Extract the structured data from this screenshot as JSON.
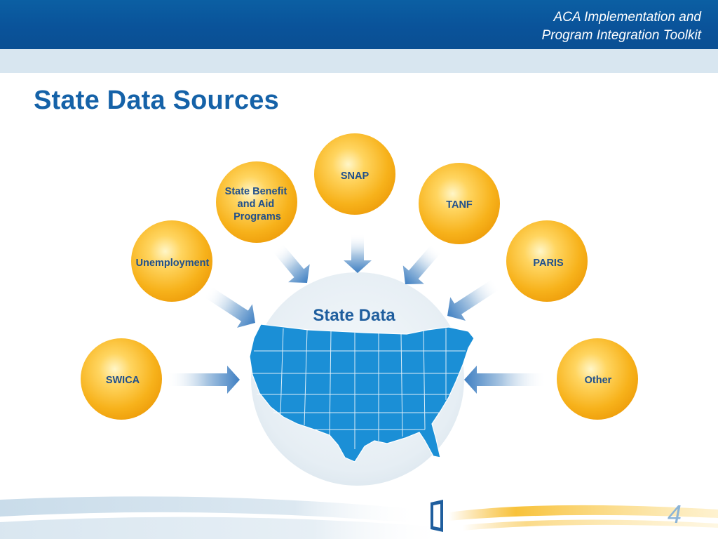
{
  "header": {
    "toolkit_title_line1": "ACA Implementation and",
    "toolkit_title_line2": "Program Integration Toolkit"
  },
  "slide": {
    "title": "State Data Sources",
    "page_number": "4"
  },
  "diagram": {
    "center_label": "State Data",
    "sources": [
      {
        "id": "snap",
        "lines": [
          "SNAP"
        ]
      },
      {
        "id": "state-benefit",
        "lines": [
          "State Benefit",
          "and Aid",
          "Programs"
        ]
      },
      {
        "id": "tanf",
        "lines": [
          "TANF"
        ]
      },
      {
        "id": "unemployment",
        "lines": [
          "Unemployment"
        ]
      },
      {
        "id": "paris",
        "lines": [
          "PARIS"
        ]
      },
      {
        "id": "swica",
        "lines": [
          "SWICA"
        ]
      },
      {
        "id": "other",
        "lines": [
          "Other"
        ]
      }
    ]
  },
  "colors": {
    "header_blue": "#0a539a",
    "title_blue": "#1562a8",
    "circle_gold": "#f7b21b",
    "map_blue": "#1b8fd6",
    "label_navy": "#1f4f8c"
  }
}
